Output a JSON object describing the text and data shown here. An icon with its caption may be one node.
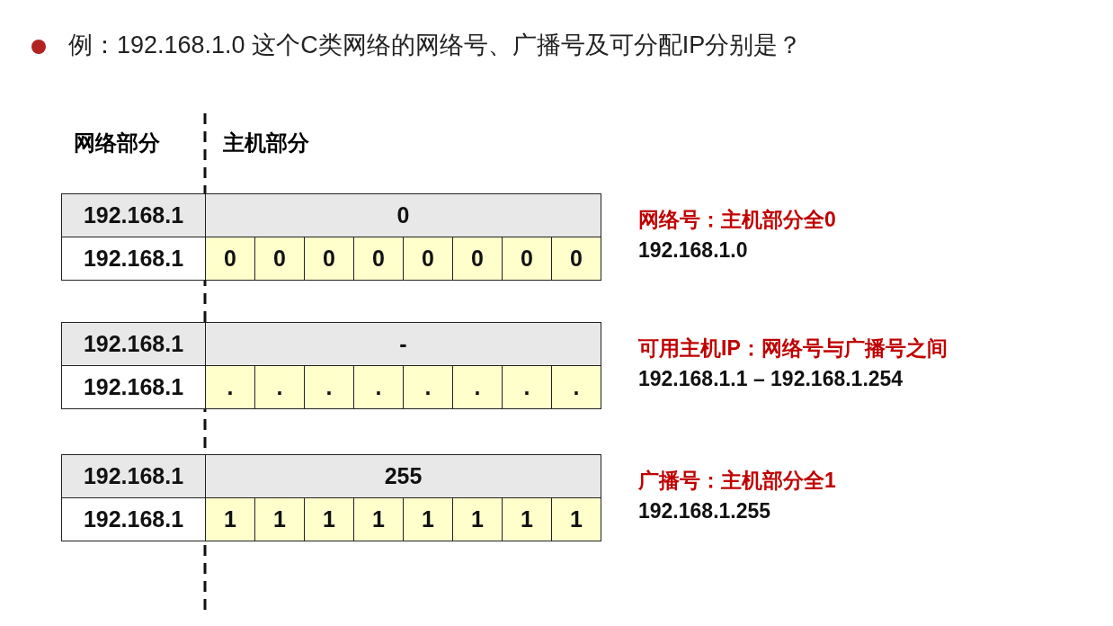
{
  "diagram": {
    "title": "例：192.168.1.0 这个C类网络的网络号、广播号及可分配IP分别是？",
    "labels": [
      "网络部分",
      "主机部分",
      "192.168.1",
      "0",
      "192.168.1",
      "0",
      "0",
      "0",
      "0",
      "0",
      "0",
      "0",
      "0",
      "网络号：主机部分全0",
      "192.168.1.0",
      "192.168.1",
      "-",
      "192.168.1",
      ".",
      ".",
      ".",
      ".",
      ".",
      ".",
      ".",
      ".",
      "可用主机IP：网络号与广播号之间",
      "192.168.1.1 – 192.168.1.254",
      "192.168.1",
      "255",
      "192.168.1",
      "1",
      "1",
      "1",
      "1",
      "1",
      "1",
      "1",
      "1",
      "广播号：主机部分全1",
      "192.168.1.255"
    ]
  }
}
